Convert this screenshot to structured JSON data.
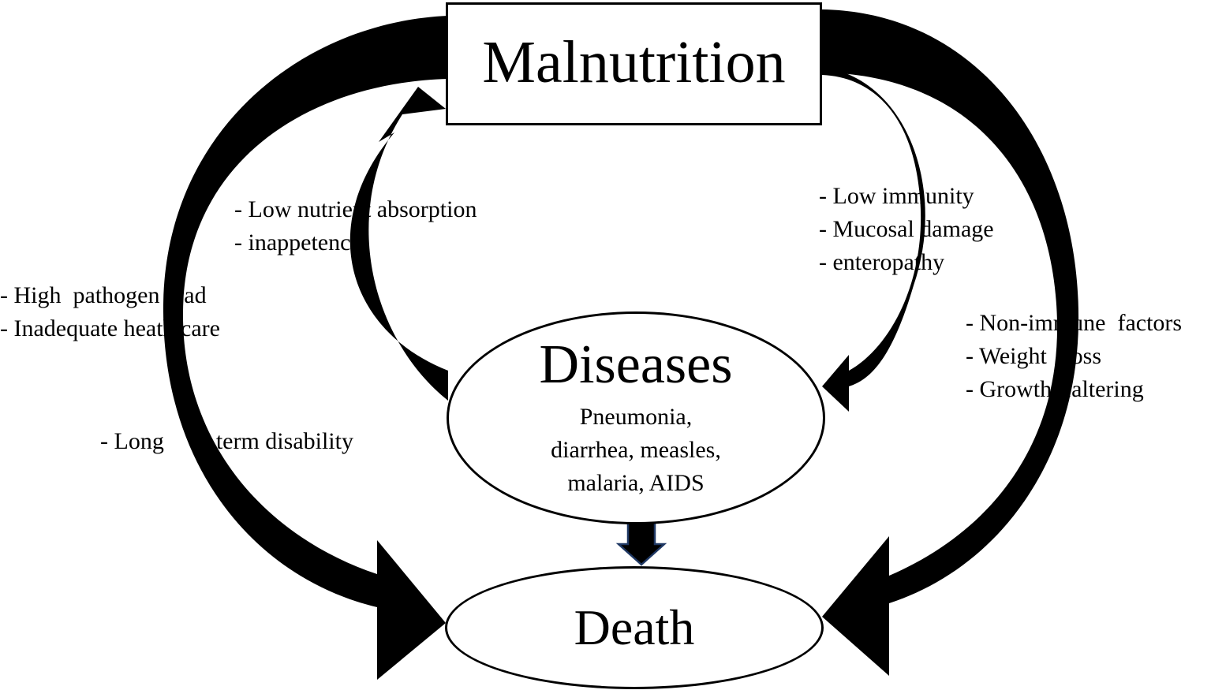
{
  "diagram": {
    "nodes": {
      "malnutrition": {
        "title": "Malnutrition"
      },
      "diseases": {
        "title": "Diseases",
        "subtitle": [
          "Pneumonia,",
          "diarrhea, measles,",
          "malaria, AIDS"
        ]
      },
      "death": {
        "title": "Death"
      }
    },
    "labels": {
      "diseases_to_malnutrition": [
        "- Low nutrient absorption",
        "- inappetence"
      ],
      "malnutrition_to_diseases": [
        "- Low immunity",
        "- Mucosal damage",
        "- enteropathy"
      ],
      "outer_left": [
        "- High  pathogen load",
        "- Inadequate heath care"
      ],
      "outer_right": [
        "- Non-immune  factors",
        "- Weight   loss",
        "- Growth  faltering"
      ],
      "inner_left_lower": {
        "before": "- Long",
        "after": "term disability"
      }
    },
    "colors": {
      "arrow": "#000000",
      "down_arrow_outline": "#1f3864",
      "box_border": "#000000"
    }
  }
}
